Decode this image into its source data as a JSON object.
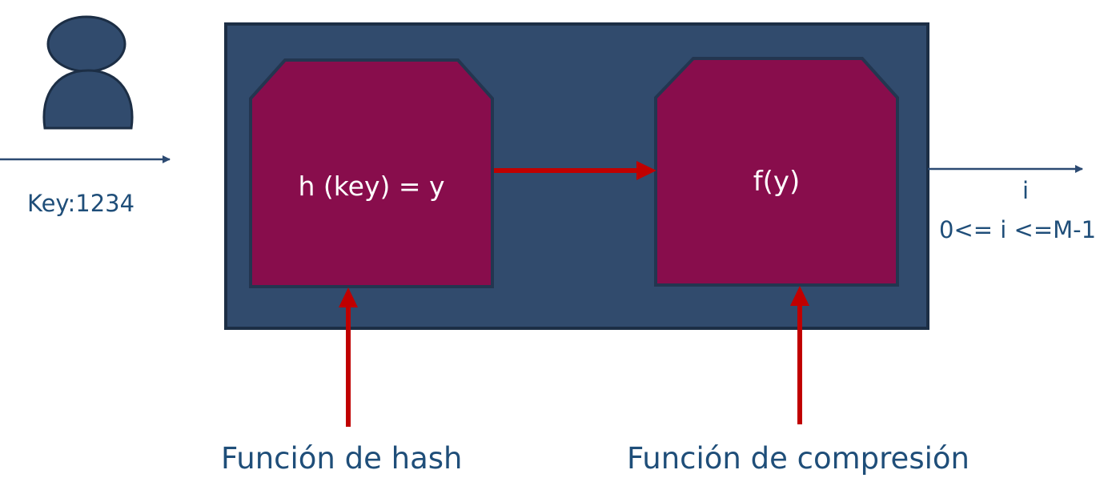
{
  "input": {
    "key_label": "Key:1234"
  },
  "hash_block": {
    "label": "h (key) = y",
    "caption": "Función de hash"
  },
  "compression_block": {
    "label": "f(y)",
    "caption": "Función de compresión"
  },
  "output": {
    "index_label": "i",
    "range_label": "0<= i <=M-1"
  },
  "colors": {
    "container": "#314b6d",
    "container_border": "#1c2e45",
    "block": "#880d4c",
    "block_border": "#233650",
    "arrow_red": "#c00000",
    "arrow_blue": "#2c4a72",
    "text_blue": "#1f4e79",
    "text_white": "#ffffff"
  },
  "icons": {
    "user": "person-icon"
  }
}
